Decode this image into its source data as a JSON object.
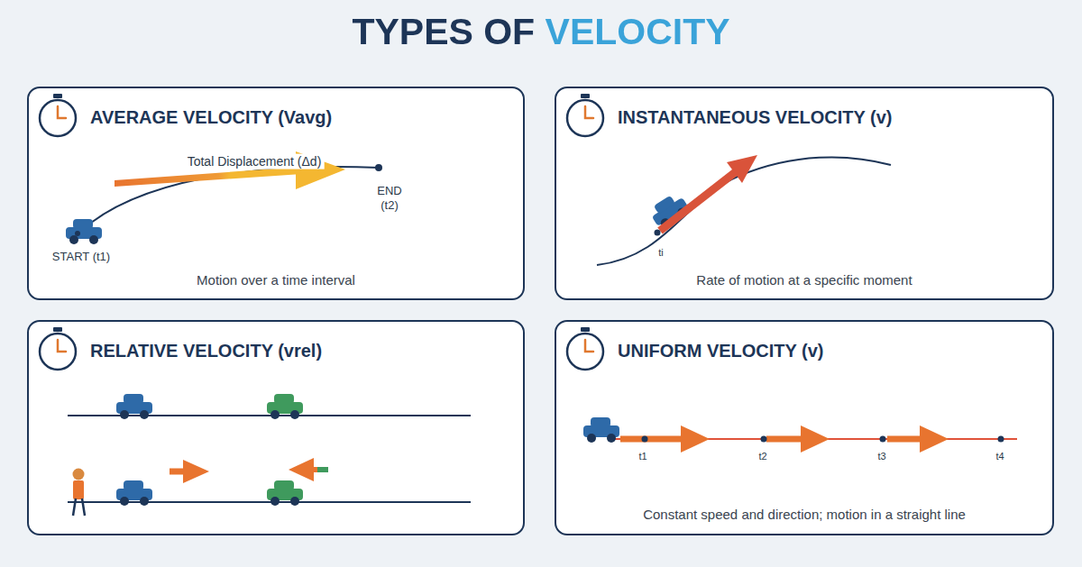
{
  "diagram": {
    "title": "TYPES OF VELOCITY",
    "nodes": [
      {
        "text": [
          "AVERAGE VELOCITY (Vavg)",
          "Motion over a time interval"
        ]
      },
      {
        "text": [
          "INSTANTANEOUS VELOCITY (v)",
          "Rate of motion at a specific moment"
        ]
      },
      {
        "text": [
          "RELATIVE VELOCITY (vrel)"
        ]
      },
      {
        "text": [
          "UNIFORM VELOCITY (v)",
          "Constant speed and direction; motion in a straight line"
        ]
      }
    ],
    "labels": [
      "Total Displacement (Δd)",
      "END (t2)",
      "START (t1)",
      "ti",
      "t1",
      "t2",
      "t3",
      "t4"
    ]
  }
}
